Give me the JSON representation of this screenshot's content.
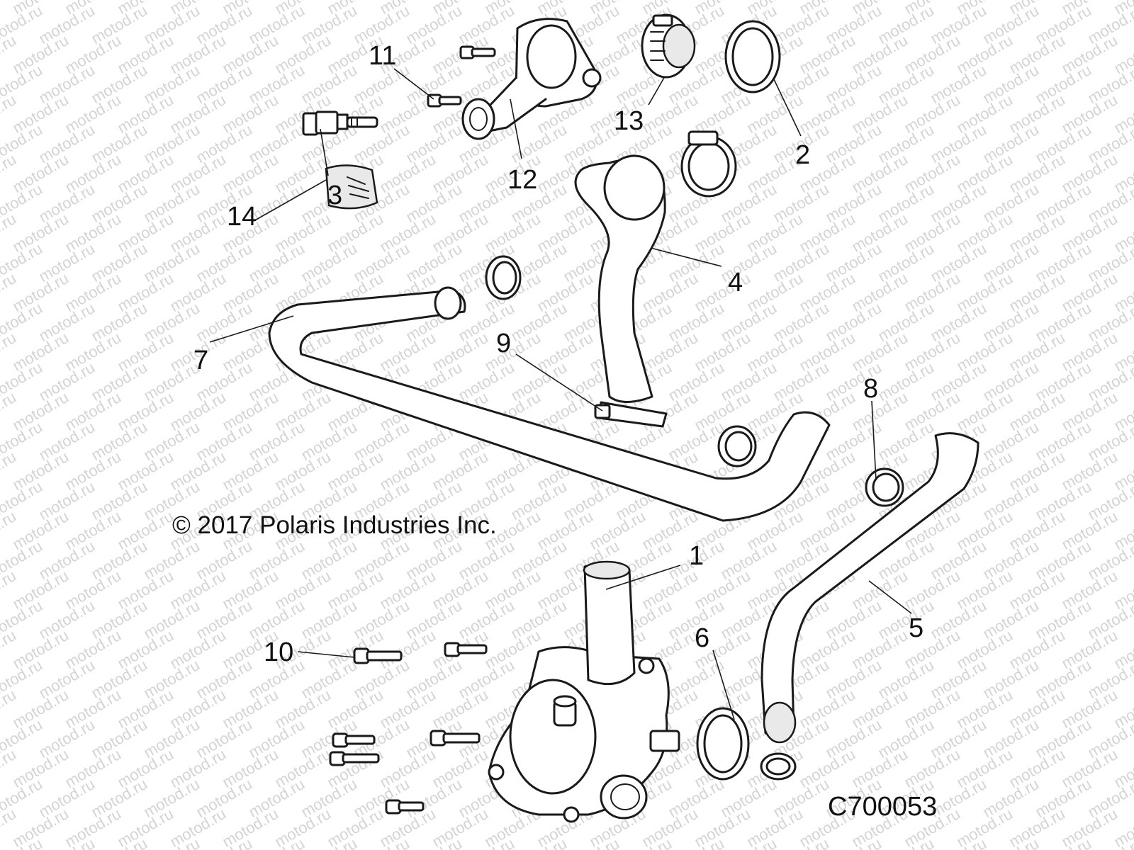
{
  "watermark": "motod.ru",
  "copyright": "© 2017 Polaris Industries Inc.",
  "drawing_code": "C700053",
  "callouts": {
    "c1": "1",
    "c2": "2",
    "c3": "3",
    "c4": "4",
    "c5": "5",
    "c6": "6",
    "c7": "7",
    "c8": "8",
    "c9": "9",
    "c10": "10",
    "c11": "11",
    "c12": "12",
    "c13": "13",
    "c14": "14"
  },
  "colors": {
    "line": "#1a1a1a",
    "watermark": "#d4d4d4",
    "background": "#ffffff"
  }
}
